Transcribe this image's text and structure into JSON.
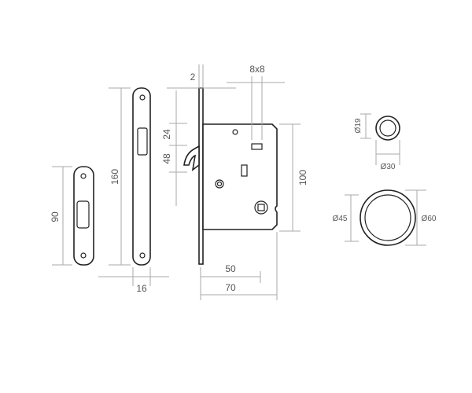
{
  "labels": {
    "strike_height": "90",
    "faceplate_height": "160",
    "faceplate_width": "16",
    "faceplate_thickness": "2",
    "square_spindle": "8x8",
    "hook_offset_top": "24",
    "hook_offset": "48",
    "body_height": "100",
    "backset": "50",
    "body_depth": "70",
    "small_inner_dia": "Ø19",
    "small_outer_dia": "Ø30",
    "large_inner_dia": "Ø45",
    "large_outer_dia": "Ø60"
  },
  "colors": {
    "drawing": "#222222",
    "dimension": "#a8a8a8",
    "text": "#555555"
  }
}
